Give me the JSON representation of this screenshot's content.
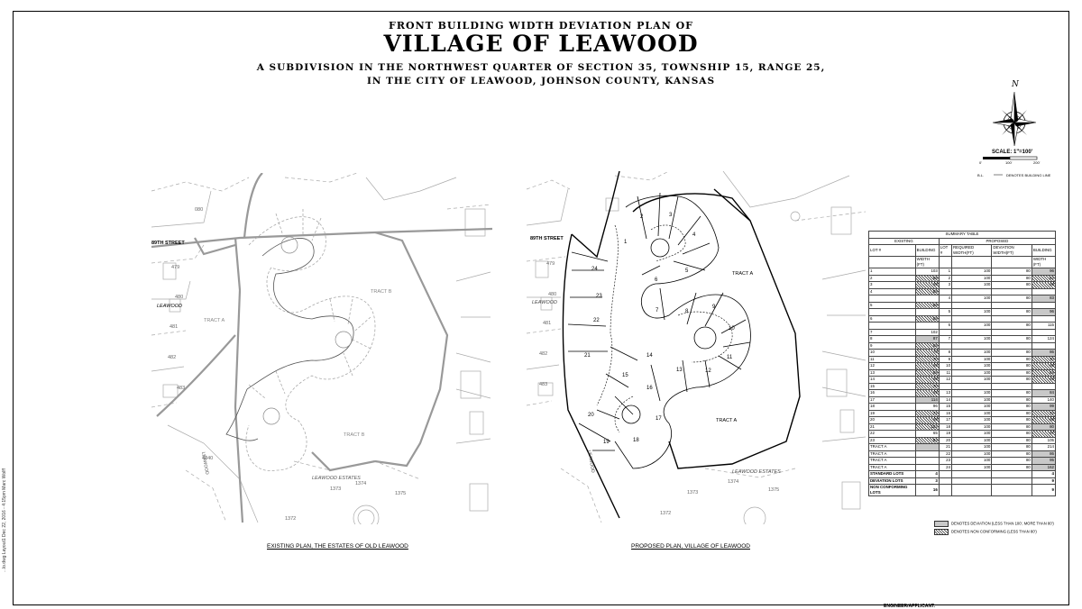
{
  "title": {
    "line1": "FRONT BUILDING WIDTH DEVIATION PLAN OF",
    "line2": "VILLAGE OF LEAWOOD",
    "line3": "A SUBDIVISION IN THE NORTHWEST QUARTER OF SECTION 35, TOWNSHIP 15, RANGE 25,",
    "line4": "IN THE CITY OF LEAWOOD, JOHNSON COUNTY, KANSAS"
  },
  "north": {
    "letter": "N",
    "scale": "SCALE: 1\"=100'",
    "ticks": [
      "0'",
      "100'",
      "200'"
    ],
    "bl_abbr": "B.L.",
    "bl_text": "DENOTES BUILDING LINE"
  },
  "existing_plan": {
    "caption": "EXISTING PLAN, THE ESTATES OF OLD LEAWOOD",
    "labels": {
      "street": "89TH STREET",
      "leawood": "LEAWOOD",
      "leawood_estates": "LEAWOOD ESTATES",
      "tract_a": "TRACT A",
      "tract_b1": "TRACT B",
      "tract_b2": "TRACT B",
      "road": "LEAWOOD"
    },
    "neighbor_lots": [
      "080",
      "479",
      "480",
      "481",
      "482",
      "483",
      "4840",
      "1373",
      "1374",
      "1375",
      "1372"
    ]
  },
  "proposed_plan": {
    "caption": "PROPOSED PLAN, VILLAGE OF LEAWOOD",
    "labels": {
      "street": "89TH STREET",
      "leawood": "LEAWOOD",
      "leawood_estates": "LEAWOOD ESTATES",
      "tract_a1": "TRACT A",
      "tract_a2": "TRACT A",
      "road": "LEAWOOD"
    },
    "neighbor_lots": [
      "479",
      "480",
      "481",
      "482",
      "483",
      "1373",
      "1374",
      "1375",
      "1372"
    ],
    "lots": [
      "1",
      "2",
      "3",
      "4",
      "5",
      "6",
      "7",
      "8",
      "9",
      "10",
      "11",
      "12",
      "13",
      "14",
      "15",
      "16",
      "17",
      "18",
      "19",
      "20",
      "21",
      "22",
      "23",
      "24"
    ]
  },
  "summary": {
    "title": "SUMMARY TABLE",
    "group_existing": "EXISTING",
    "group_proposed": "PROPOSED",
    "headers": [
      "LOT #",
      "BUILDING",
      "LOT #",
      "REQUIRED WIDTH(FT)",
      "DEVIATION WIDTH(FT)",
      "BUILDING"
    ],
    "subheaders": [
      "WIDTH (FT)",
      "WIDTH (FT)"
    ],
    "rows": [
      [
        "1",
        "103",
        "1",
        "100",
        "80",
        "96"
      ],
      [
        "2",
        "68",
        "2",
        "100",
        "80",
        "82"
      ],
      [
        "3",
        "68",
        "3",
        "100",
        "80",
        "68"
      ],
      [
        "4",
        "89",
        "",
        "",
        "",
        ""
      ],
      [
        "",
        "",
        "4",
        "100",
        "80",
        "83"
      ],
      [
        "5",
        "69",
        "",
        "",
        "",
        ""
      ],
      [
        "",
        "",
        "5",
        "100",
        "80",
        "96"
      ],
      [
        "6",
        "69",
        "",
        "",
        "",
        ""
      ],
      [
        "",
        "",
        "6",
        "100",
        "80",
        "115"
      ],
      [
        "7",
        "102",
        "",
        "",
        "",
        ""
      ],
      [
        "8",
        "87",
        "7",
        "100",
        "80",
        "124"
      ],
      [
        "9",
        "65",
        "",
        "",
        "",
        ""
      ],
      [
        "10",
        "70",
        "8",
        "100",
        "80",
        "86"
      ],
      [
        "11",
        "70",
        "9",
        "100",
        "80",
        "70"
      ],
      [
        "12",
        "66",
        "10",
        "100",
        "80",
        "68"
      ],
      [
        "13",
        "68",
        "11",
        "100",
        "80",
        "68"
      ],
      [
        "14",
        "68",
        "12",
        "100",
        "80",
        "69"
      ],
      [
        "15",
        "70",
        "",
        "",
        "",
        ""
      ],
      [
        "16",
        "65",
        "13",
        "100",
        "80",
        "84"
      ],
      [
        "17",
        "114",
        "14",
        "100",
        "80",
        "140"
      ],
      [
        "18",
        "96",
        "15",
        "100",
        "80",
        "99"
      ],
      [
        "19",
        "72",
        "16",
        "100",
        "80",
        "72"
      ],
      [
        "20",
        "68",
        "17",
        "100",
        "80",
        "68"
      ],
      [
        "21",
        "102",
        "18",
        "100",
        "80",
        "80"
      ],
      [
        "22",
        "65",
        "19",
        "100",
        "80",
        "67"
      ],
      [
        "23",
        "93",
        "20",
        "100",
        "80",
        "105"
      ],
      [
        "TRACT A",
        "",
        "21",
        "100",
        "80",
        "214"
      ],
      [
        "TRACT A",
        "",
        "22",
        "100",
        "80",
        "86"
      ],
      [
        "TRACT A",
        "",
        "23",
        "100",
        "80",
        "95"
      ],
      [
        "TRACT A",
        "",
        "24",
        "100",
        "80",
        "162"
      ],
      [
        "STANDARD LOTS",
        "4",
        "",
        "",
        "",
        "4"
      ],
      [
        "DEVIATION LOTS",
        "3",
        "",
        "",
        "",
        "9"
      ],
      [
        "NON CONFORMING LOTS",
        "16",
        "",
        "",
        "",
        "9"
      ]
    ],
    "existing_styles": [
      "",
      "hatch",
      "hatch",
      "hatch",
      "",
      "hatch",
      "",
      "hatch",
      "",
      "",
      "gray",
      "hatch",
      "hatch",
      "hatch",
      "hatch",
      "hatch",
      "hatch",
      "hatch",
      "hatch",
      "gray",
      "",
      "hatch",
      "hatch",
      "hatch",
      "",
      "hatch",
      "gray",
      "",
      "",
      "",
      "",
      "",
      "",
      ""
    ],
    "proposed_styles": [
      "gray",
      "hatch",
      "hatch",
      "",
      "gray",
      "",
      "gray",
      "",
      "",
      "",
      "",
      "",
      "gray",
      "hatch",
      "hatch",
      "hatch",
      "hatch",
      "",
      "gray",
      "",
      "gray",
      "hatch",
      "hatch",
      "gray",
      "hatch",
      "",
      "",
      "gray",
      "gray",
      "gray",
      "",
      "",
      "",
      ""
    ]
  },
  "legend": {
    "deviation": "DENOTES DEVIATION (LESS THAN 100', MORE THAN 80')",
    "nonconforming": "DENOTES NON CONFORMING (LESS THAN 80')"
  },
  "sidebar_text": "...lo.dwg  Layout1  Dec 22, 2016 - 4:15pm  Marc Wolff",
  "engineer": "ENGINEER/APPLICANT:"
}
